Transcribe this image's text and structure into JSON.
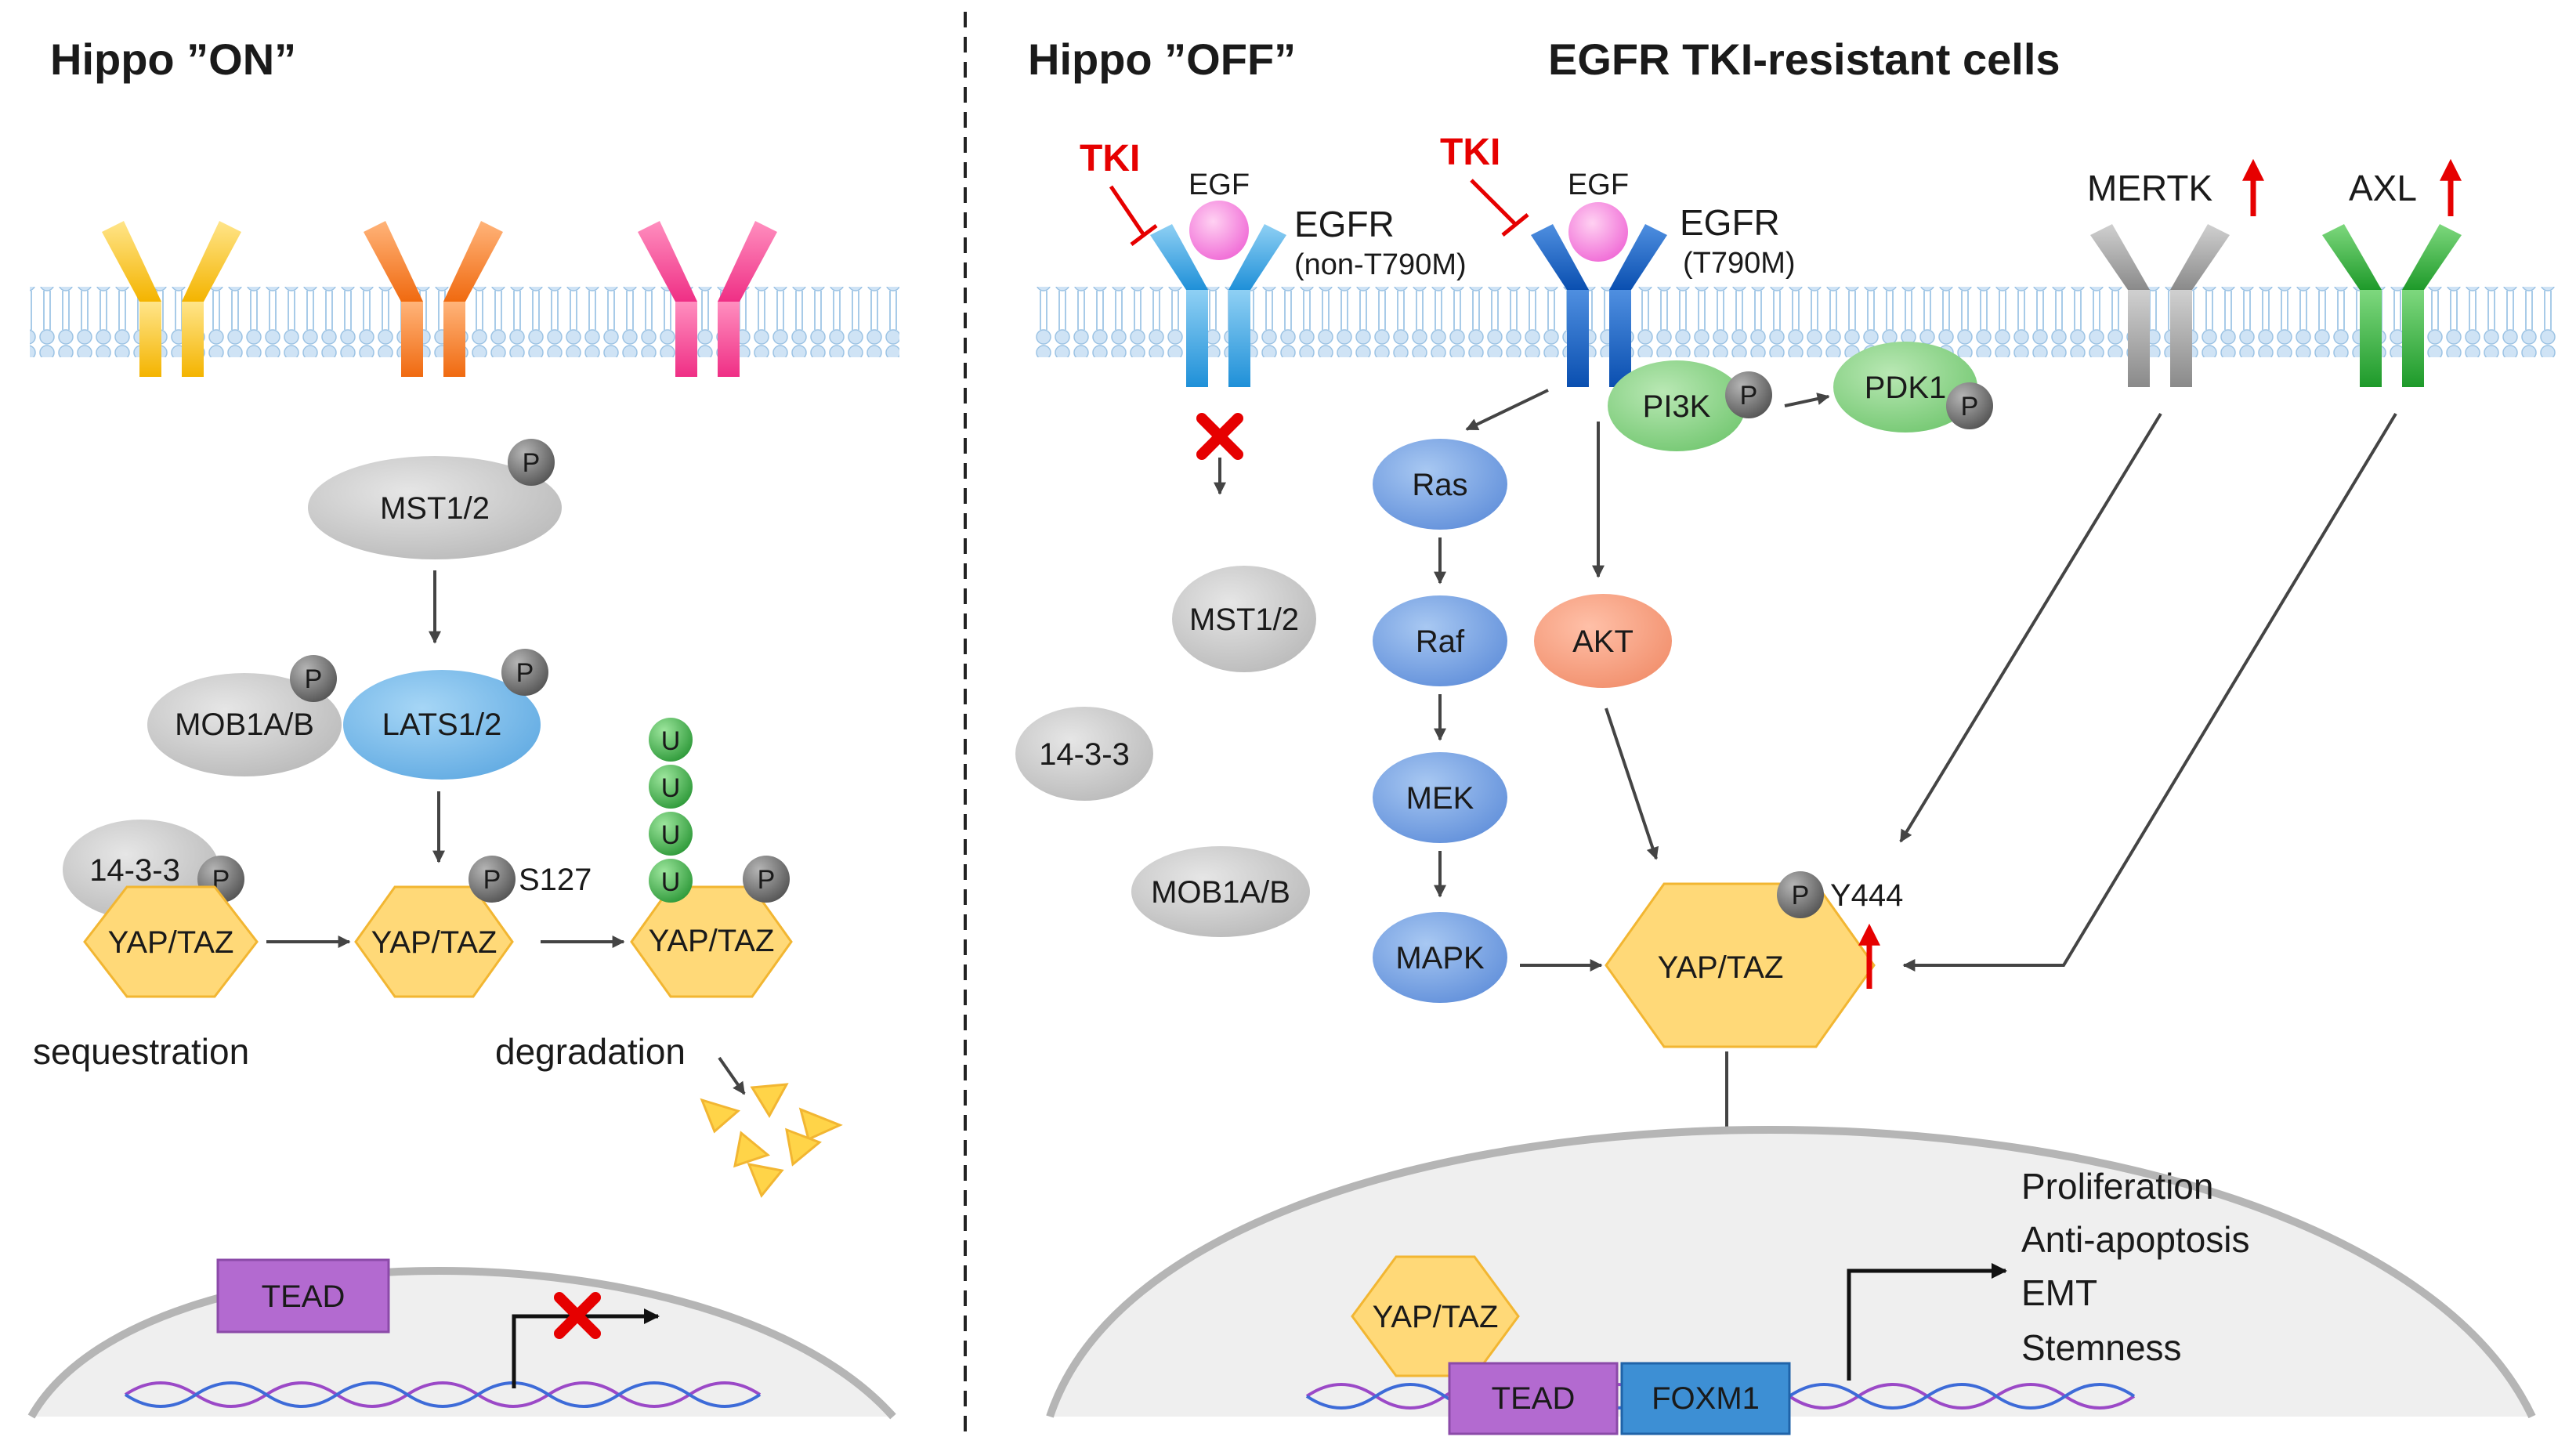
{
  "left": {
    "title": "Hippo ”ON”",
    "mst": "MST1/2",
    "mob": "MOB1A/B",
    "lats": "LATS1/2",
    "p1433": "14-3-3",
    "yap": "YAP/TAZ",
    "s127": "S127",
    "seq": "sequestration",
    "deg": "degradation",
    "tead": "TEAD",
    "ub": "U",
    "p": "P"
  },
  "right": {
    "title": "Hippo ”OFF”",
    "subtitle": "EGFR TKI-resistant cells",
    "tki": "TKI",
    "egf": "EGF",
    "egfr": "EGFR",
    "egfr1_sub": "(non-T790M)",
    "egfr2_sub": "(T790M)",
    "mertk": "MERTK",
    "axl": "AXL",
    "pi3k": "PI3K",
    "pdk1": "PDK1",
    "ras": "Ras",
    "raf": "Raf",
    "mek": "MEK",
    "mapk": "MAPK",
    "akt": "AKT",
    "mst": "MST1/2",
    "p1433": "14-3-3",
    "mob": "MOB1A/B",
    "yap": "YAP/TAZ",
    "y444": "Y444",
    "tead": "TEAD",
    "foxm1": "FOXM1",
    "outcomes": [
      "Proliferation",
      "Anti-apoptosis",
      "EMT",
      "Stemness"
    ],
    "p": "P"
  },
  "colors": {
    "membrane": "#a9cbe8",
    "yap": "#ffd978",
    "tead": "#b36ad0",
    "foxm1": "#3d8fd4",
    "red": "#e60000"
  }
}
